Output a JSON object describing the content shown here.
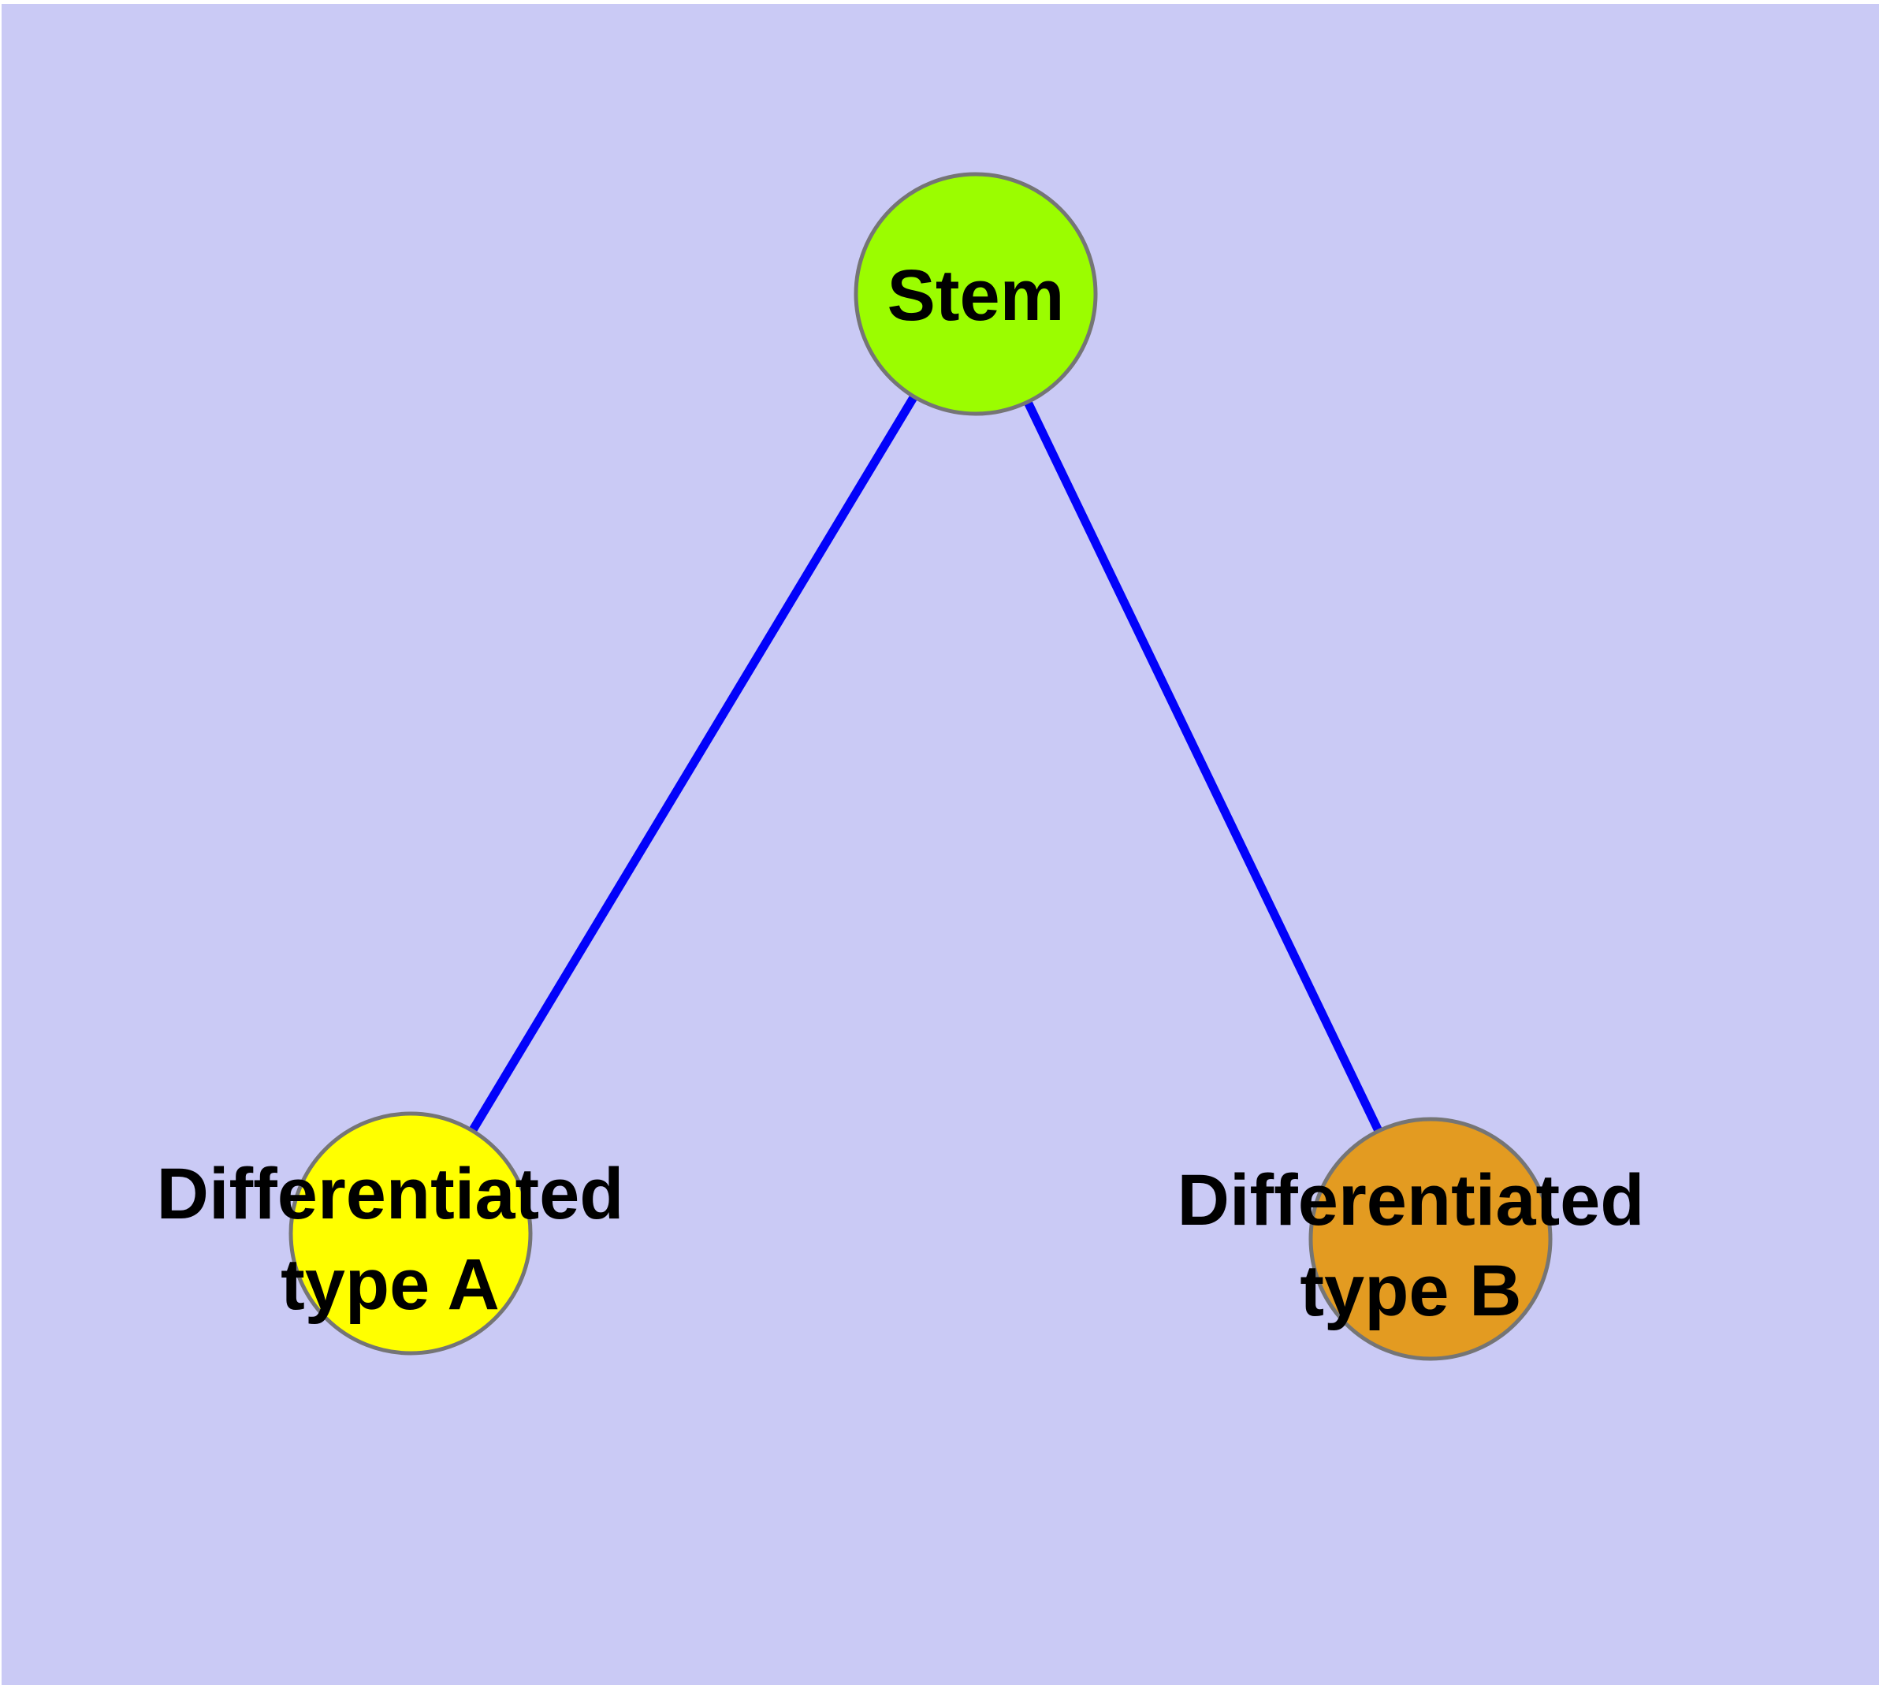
{
  "diagram": {
    "background_color": "#CACAF5",
    "page_margin_color": "#FFFFFF",
    "edge_color": "#0202FA",
    "node_border_color": "#757575",
    "label_color": "#000000",
    "nodes": [
      {
        "id": "stem",
        "label": "Stem",
        "fill": "#9BFD00"
      },
      {
        "id": "type-a",
        "label_line1": "Differentiated",
        "label_line2": "type A",
        "fill": "#FFFF00"
      },
      {
        "id": "type-b",
        "label_line1": "Differentiated",
        "label_line2": "type B",
        "fill": "#E39B21"
      }
    ],
    "edges": [
      {
        "from": "Stem",
        "to": "Differentiated type A"
      },
      {
        "from": "Stem",
        "to": "Differentiated type B"
      }
    ]
  }
}
